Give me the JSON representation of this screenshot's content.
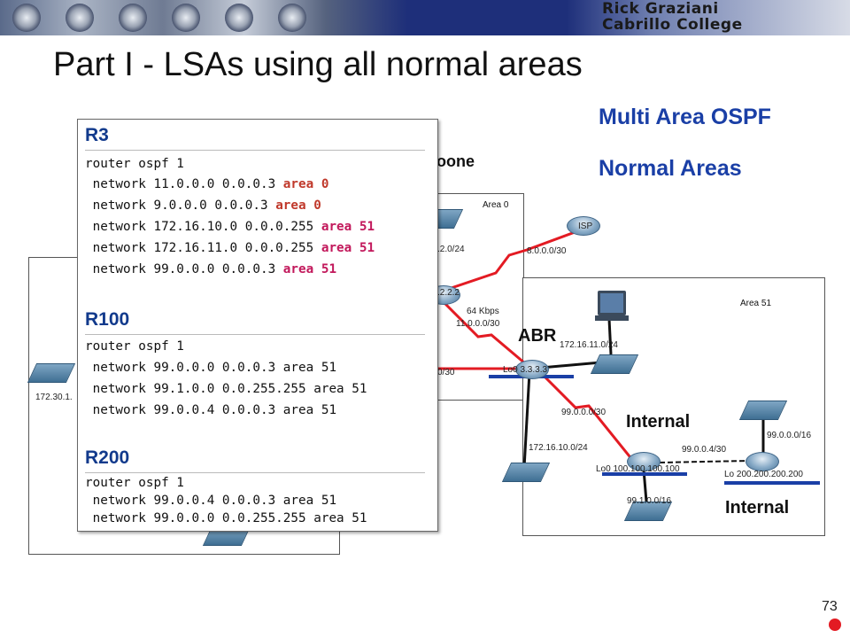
{
  "banner": {
    "name_line1": "Rick Graziani",
    "name_line2": "Cabrillo College"
  },
  "slide": {
    "title": "Part I - LSAs using all normal areas",
    "number": "73"
  },
  "subtitle": {
    "line1": "Multi Area OSPF",
    "line2": "Normal Areas"
  },
  "colors": {
    "subtitle": "#1a3fa6",
    "keyword_area0": "#c0392b",
    "keyword_area51": "#c2185b",
    "serial_link": "#e31b23",
    "loopback_bar": "#1a3fa6"
  },
  "topology": {
    "partial_backbone_text": "oone",
    "area0": {
      "label": "Area 0"
    },
    "area51": {
      "label": "Area 51"
    },
    "isp_label": "ISP",
    "left_partial_label": "172.30.1.",
    "nets": {
      "n1": ".2.0/24",
      "n2": "8.0.0.0/30",
      "n3": ".2.2.2",
      "n4": "64 Kbps",
      "n5": "11.0.0.0/30",
      "n6": "0/30",
      "n7": "172.16.11.0/24",
      "n8": "99.0.0.0/30",
      "n9": "172.16.10.0/24",
      "n10": "99.0.0.4/30",
      "n11": "99.0.0.0/16",
      "n12": "99.1.0.0/16"
    },
    "loopbacks": {
      "r3": "Lo0 3.3.3.3",
      "r100": "Lo0 100.100.100.100",
      "r200": "Lo 200.200.200.200"
    },
    "roles": {
      "abr": "ABR",
      "internal1": "Internal",
      "internal2": "Internal"
    }
  },
  "config": {
    "r3": {
      "title": "R3",
      "cmd": "router ospf 1",
      "lines": [
        {
          "text": " network 11.0.0.0 0.0.0.3 ",
          "area": "area 0"
        },
        {
          "text": " network 9.0.0.0 0.0.0.3 ",
          "area": "area 0"
        },
        {
          "text": " network 172.16.10.0 0.0.0.255 ",
          "area": "area 51"
        },
        {
          "text": " network 172.16.11.0 0.0.0.255 ",
          "area": "area 51"
        },
        {
          "text": " network 99.0.0.0 0.0.0.3 ",
          "area": "area 51"
        }
      ]
    },
    "r100": {
      "title": "R100",
      "cmd": "router ospf 1",
      "lines": [
        " network 99.0.0.0 0.0.0.3 area 51",
        " network 99.1.0.0 0.0.255.255 area 51",
        " network 99.0.0.4 0.0.0.3 area 51"
      ]
    },
    "r200": {
      "title": "R200",
      "cmd": "router ospf 1",
      "lines": [
        " network 99.0.0.4 0.0.0.3 area 51",
        " network 99.0.0.0 0.0.255.255 area 51"
      ]
    }
  }
}
